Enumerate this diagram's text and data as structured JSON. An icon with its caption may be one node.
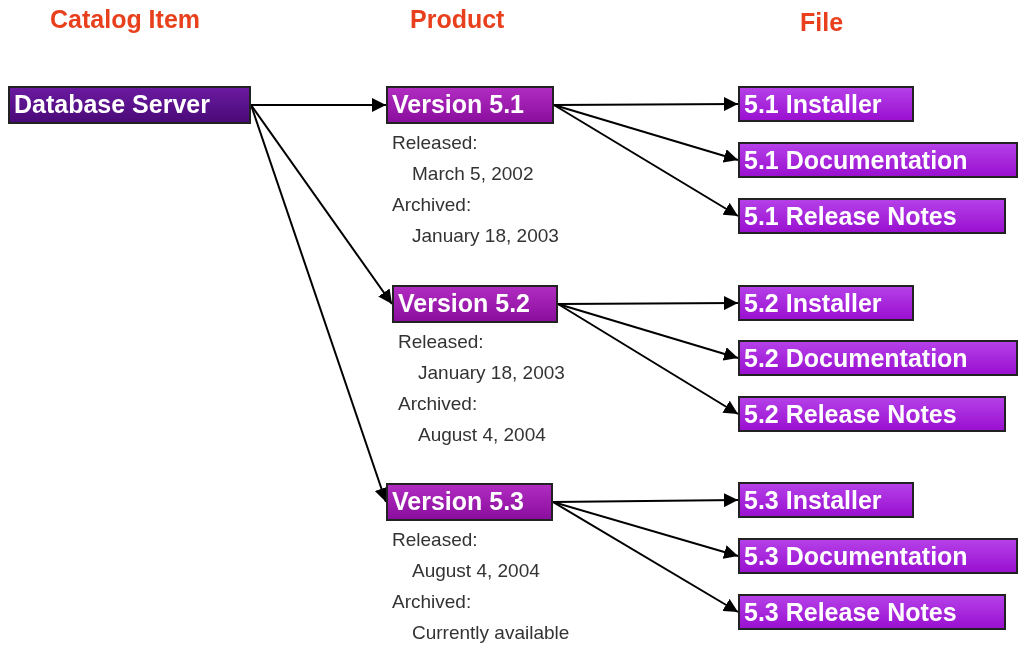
{
  "diagram": {
    "nodes": [
      {
        "text": [
          "Database Server"
        ]
      },
      {
        "text": [
          "Version 5.1"
        ],
        "beside": [
          "Released:",
          "March 5, 2002",
          "Archived:",
          "January 18, 2003"
        ]
      },
      {
        "text": [
          "5.1 Installer"
        ]
      },
      {
        "text": [
          "5.1 Documentation"
        ]
      },
      {
        "text": [
          "5.1 Release Notes"
        ]
      },
      {
        "text": [
          "Version 5.2"
        ],
        "beside": [
          "Released:",
          "January 18, 2003",
          "Archived:",
          "August 4, 2004"
        ]
      },
      {
        "text": [
          "5.2 Installer"
        ]
      },
      {
        "text": [
          "5.2 Documentation"
        ]
      },
      {
        "text": [
          "5.2 Release Notes"
        ]
      },
      {
        "text": [
          "Version 5.3"
        ],
        "beside": [
          "Released:",
          "August 4, 2004",
          "Archived:",
          "Currently available"
        ]
      },
      {
        "text": [
          "5.3 Installer"
        ]
      },
      {
        "text": [
          "5.3 Documentation"
        ]
      },
      {
        "text": [
          "5.3 Release Notes"
        ]
      }
    ],
    "edges": [
      {
        "from": 0,
        "to": 1,
        "arrow": "to"
      },
      {
        "from": 0,
        "to": 5,
        "arrow": "to"
      },
      {
        "from": 0,
        "to": 9,
        "arrow": "to"
      },
      {
        "from": 1,
        "to": 2,
        "arrow": "to"
      },
      {
        "from": 1,
        "to": 3,
        "arrow": "to"
      },
      {
        "from": 1,
        "to": 4,
        "arrow": "to"
      },
      {
        "from": 5,
        "to": 6,
        "arrow": "to"
      },
      {
        "from": 5,
        "to": 7,
        "arrow": "to"
      },
      {
        "from": 5,
        "to": 8,
        "arrow": "to"
      },
      {
        "from": 9,
        "to": 10,
        "arrow": "to"
      },
      {
        "from": 9,
        "to": 11,
        "arrow": "to"
      },
      {
        "from": 9,
        "to": 12,
        "arrow": "to"
      }
    ],
    "labels": [
      "Catalog Item",
      "Product",
      "File"
    ]
  }
}
